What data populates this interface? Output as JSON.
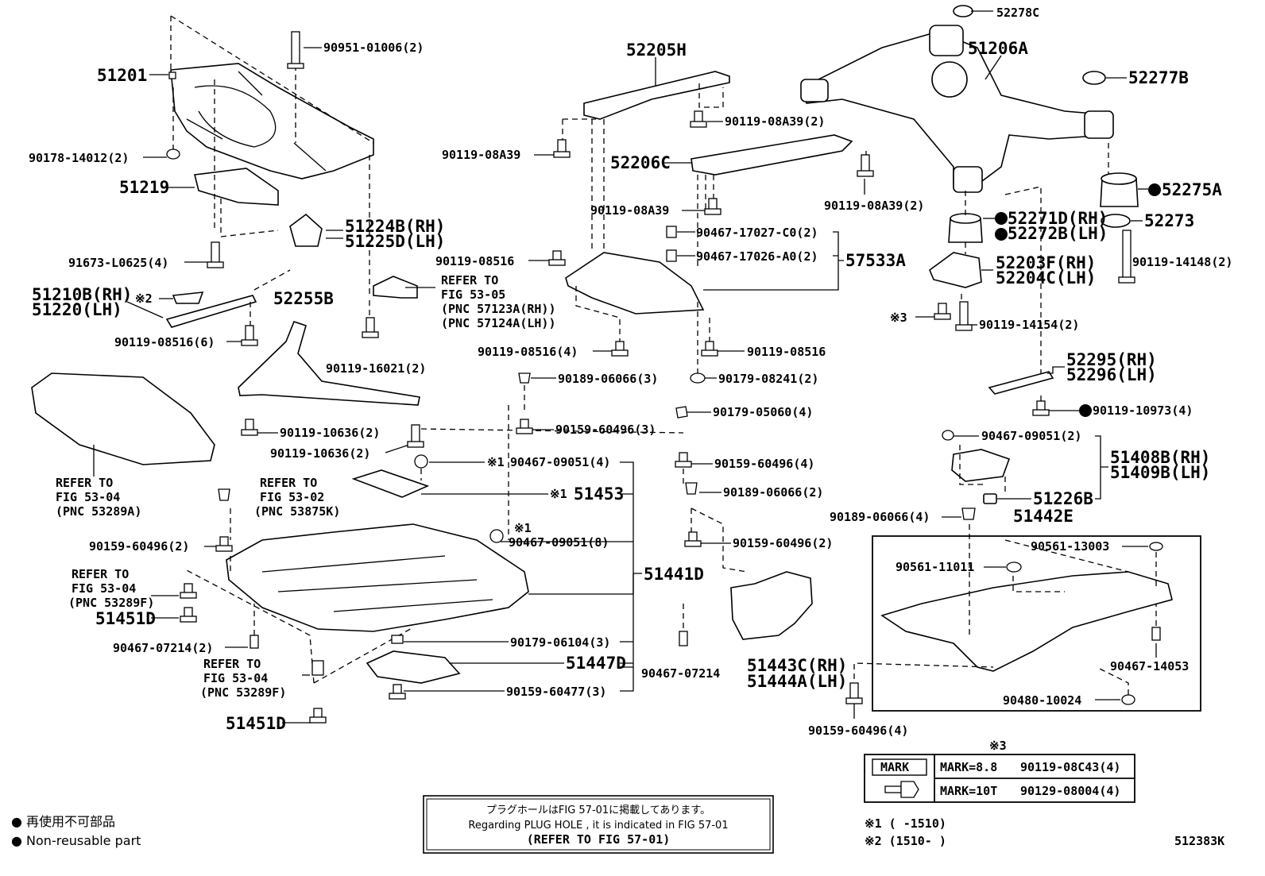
{
  "labels": {
    "p52278C": "52278C",
    "p90951": "90951-01006(2)",
    "p51201": "51201",
    "p52205H": "52205H",
    "p51206A": "51206A",
    "p52277B": "52277B",
    "p90178": "90178-14012(2)",
    "p90119_08A39_a": "90119-08A39(2)",
    "p90119_08A39_b": "90119-08A39",
    "p52206C": "52206C",
    "p51219": "51219",
    "p52275A": "52275A",
    "p90119_08A39_c": "90119-08A39",
    "p90119_08A39_d": "90119-08A39(2)",
    "p52271D": "52271D(RH)",
    "p52272B": "52272B(LH)",
    "p52273": "52273",
    "p51224B": "51224B(RH)",
    "p51225D": "51225D(LH)",
    "p90467_17027": "90467-17027-C0(2)",
    "p90467_17026": "90467-17026-A0(2)",
    "p57533A": "57533A",
    "p91673": "91673-L0625(4)",
    "p90119_08516_a": "90119-08516",
    "p52203F": "52203F(RH)",
    "p52204C": "52204C(LH)",
    "p90119_14148": "90119-14148(2)",
    "p51210B": "51210B(RH)",
    "p51220": "51220(LH)",
    "mark2": "※2",
    "p52255B": "52255B",
    "refer_5305_1": "REFER TO",
    "refer_5305_2": "FIG 53-05",
    "refer_5305_3": "(PNC 57123A(RH))",
    "refer_5305_4": "(PNC 57124A(LH))",
    "mark3": "※3",
    "p90119_14154": "90119-14154(2)",
    "p90119_08516_6": "90119-08516(6)",
    "p90119_08516_4": "90119-08516(4)",
    "p90119_08516_b": "90119-08516",
    "p90119_16021": "90119-16021(2)",
    "p52295": "52295(RH)",
    "p52296": "52296(LH)",
    "p90189_06066_3": "90189-06066(3)",
    "p90179_08241": "90179-08241(2)",
    "p90179_05060": "90179-05060(4)",
    "p90119_10973": "90119-10973(4)",
    "p90119_10636_a": "90119-10636(2)",
    "p90159_60496_3": "90159-60496(3)",
    "p90467_09051_2": "90467-09051(2)",
    "p90119_10636_b": "90119-10636(2)",
    "p51408B": "51408B(RH)",
    "p51409B": "51409B(LH)",
    "mark1a": "※1",
    "p90467_09051_4": "90467-09051(4)",
    "p90159_60496_4": "90159-60496(4)",
    "refer_5304a_1": "REFER TO",
    "refer_5304a_2": "FIG 53-04",
    "refer_5304a_3": "(PNC 53289A)",
    "refer_5302_1": "REFER TO",
    "refer_5302_2": "FIG 53-02",
    "refer_5302_3": "(PNC 53875K)",
    "mark1b": "※1",
    "p51453": "51453",
    "p90189_06066_2": "90189-06066(2)",
    "p51226B": "51226B",
    "p90189_06066_4": "90189-06066(4)",
    "p51442E": "51442E",
    "mark1c": "※1",
    "p90467_09051_8": "90467-09051(8)",
    "p90159_60496_2a": "90159-60496(2)",
    "p90159_60496_2b": "90159-60496(2)",
    "p90561_13003": "90561-13003",
    "p90561_11011": "90561-11011",
    "p51441D": "51441D",
    "refer_5304b_1": "REFER TO",
    "refer_5304b_2": "FIG 53-04",
    "refer_5304b_3": "(PNC 53289F)",
    "p51451D_a": "51451D",
    "p90467_07214_2": "90467-07214(2)",
    "p90179_06104": "90179-06104(3)",
    "p51447D": "51447D",
    "p90467_14053": "90467-14053",
    "refer_5304c_1": "REFER TO",
    "refer_5304c_2": "FIG 53-04",
    "refer_5304c_3": "(PNC 53289F)",
    "p90467_07214": "90467-07214",
    "p51443C": "51443C(RH)",
    "p51444A": "51444A(LH)",
    "p90159_60477": "90159-60477(3)",
    "p90480": "90480-10024",
    "p51451D_b": "51451D",
    "p90159_60496_4b": "90159-60496(4)"
  },
  "mark_table": {
    "header": "※3",
    "mark_label": "MARK",
    "row1_mark": "MARK=8.8",
    "row1_part": "90119-08C43(4)",
    "row2_mark": "MARK=10T",
    "row2_part": "90129-08004(4)"
  },
  "footnotes": {
    "f1": "※1 (      -1510)",
    "f2": "※2 (1510-      )"
  },
  "legend": {
    "jp": "● 再使用不可部品",
    "en": "● Non-reusable part"
  },
  "plug_note": {
    "line1": "プラグホールはFIG 57-01に掲載してあります。",
    "line2": "Regarding PLUG HOLE , it is indicated in FIG 57-01",
    "line3": "(REFER TO FIG 57-01)"
  },
  "figure_id": "512383K"
}
